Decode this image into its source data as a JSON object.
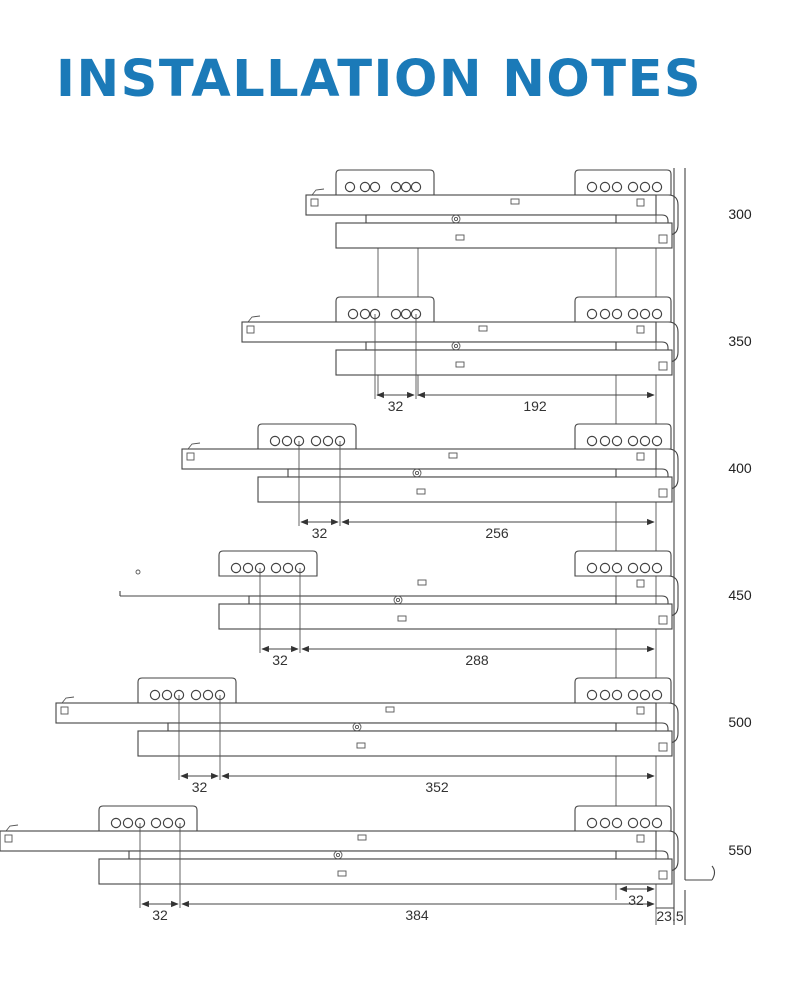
{
  "title": "INSTALLATION NOTES",
  "drawers": [
    {
      "length": "300",
      "spacing": "",
      "distance": ""
    },
    {
      "length": "350",
      "spacing": "32",
      "distance": "192"
    },
    {
      "length": "400",
      "spacing": "32",
      "distance": "256"
    },
    {
      "length": "450",
      "spacing": "32",
      "distance": "288"
    },
    {
      "length": "500",
      "spacing": "32",
      "distance": "352"
    },
    {
      "length": "550",
      "spacing": "32",
      "distance": "384"
    }
  ],
  "rear_spacing": "32",
  "edge_offset": "23.5"
}
